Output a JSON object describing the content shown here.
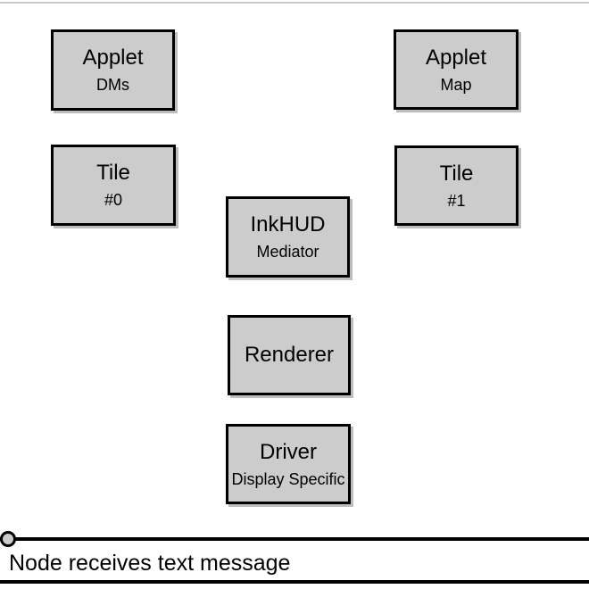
{
  "diagram": {
    "boxes": {
      "applet_dms": {
        "title": "Applet",
        "subtitle": "DMs"
      },
      "applet_map": {
        "title": "Applet",
        "subtitle": "Map"
      },
      "tile_0": {
        "title": "Tile",
        "subtitle": "#0"
      },
      "tile_1": {
        "title": "Tile",
        "subtitle": "#1"
      },
      "inkhud": {
        "title": "InkHUD",
        "subtitle": "Mediator"
      },
      "renderer": {
        "title": "Renderer"
      },
      "driver": {
        "title": "Driver",
        "subtitle": "Display Specific"
      }
    },
    "timeline": {
      "event_label": "Node receives text message"
    },
    "colors": {
      "box_fill": "#cccccc",
      "box_border": "#000000",
      "box_shadow": "#bdbdbd",
      "timeline_line": "#000000",
      "top_rule": "#c9c9c9",
      "bottom_rule": "#000000",
      "text": "#000000"
    }
  }
}
